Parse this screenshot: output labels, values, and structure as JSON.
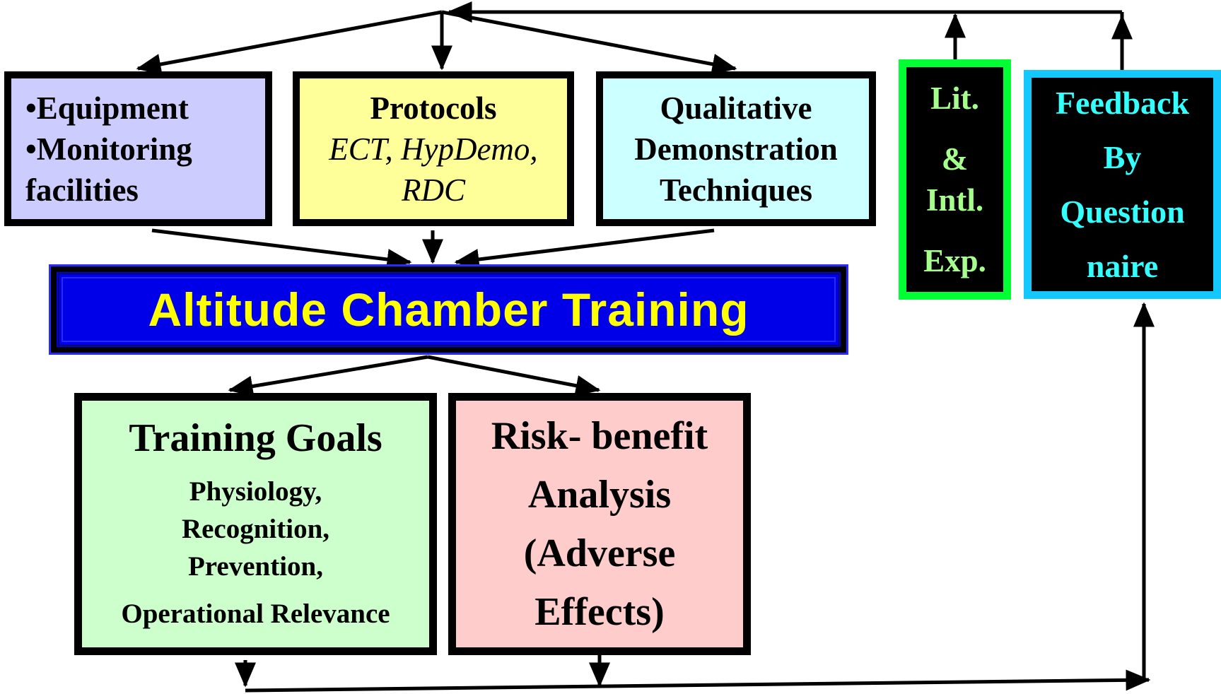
{
  "diagram": {
    "equipment_box": {
      "lines": [
        "•Equipment",
        "•Monitoring",
        "facilities"
      ],
      "fill": "#ccccff"
    },
    "protocols_box": {
      "title": "Protocols",
      "subtitle_lines": [
        "ECT, HypDemo,",
        "RDC"
      ],
      "fill": "#ffff99"
    },
    "qualitative_box": {
      "lines": [
        "Qualitative",
        "Demonstration",
        "Techniques"
      ],
      "fill": "#ccffff"
    },
    "lit_box": {
      "lines": [
        "Lit.",
        "&",
        "Intl.",
        "Exp."
      ],
      "border_color": "#00ff33",
      "text_color": "#a6ff8c"
    },
    "feedback_box": {
      "lines": [
        "Feedback",
        "By",
        "Question",
        "naire"
      ],
      "border_color": "#14c8ff",
      "text_color": "#33ffff"
    },
    "banner": {
      "title": "Altitude Chamber Training",
      "fill": "#0000e8",
      "text_color": "#ffff00"
    },
    "goals_box": {
      "title": "Training Goals",
      "items": [
        "Physiology,",
        "Recognition,",
        "Prevention,",
        "Operational Relevance"
      ],
      "fill": "#ccffcc"
    },
    "risk_box": {
      "lines": [
        "Risk- benefit",
        "Analysis",
        "(Adverse",
        "Effects)"
      ],
      "fill": "#ffcccc"
    }
  }
}
